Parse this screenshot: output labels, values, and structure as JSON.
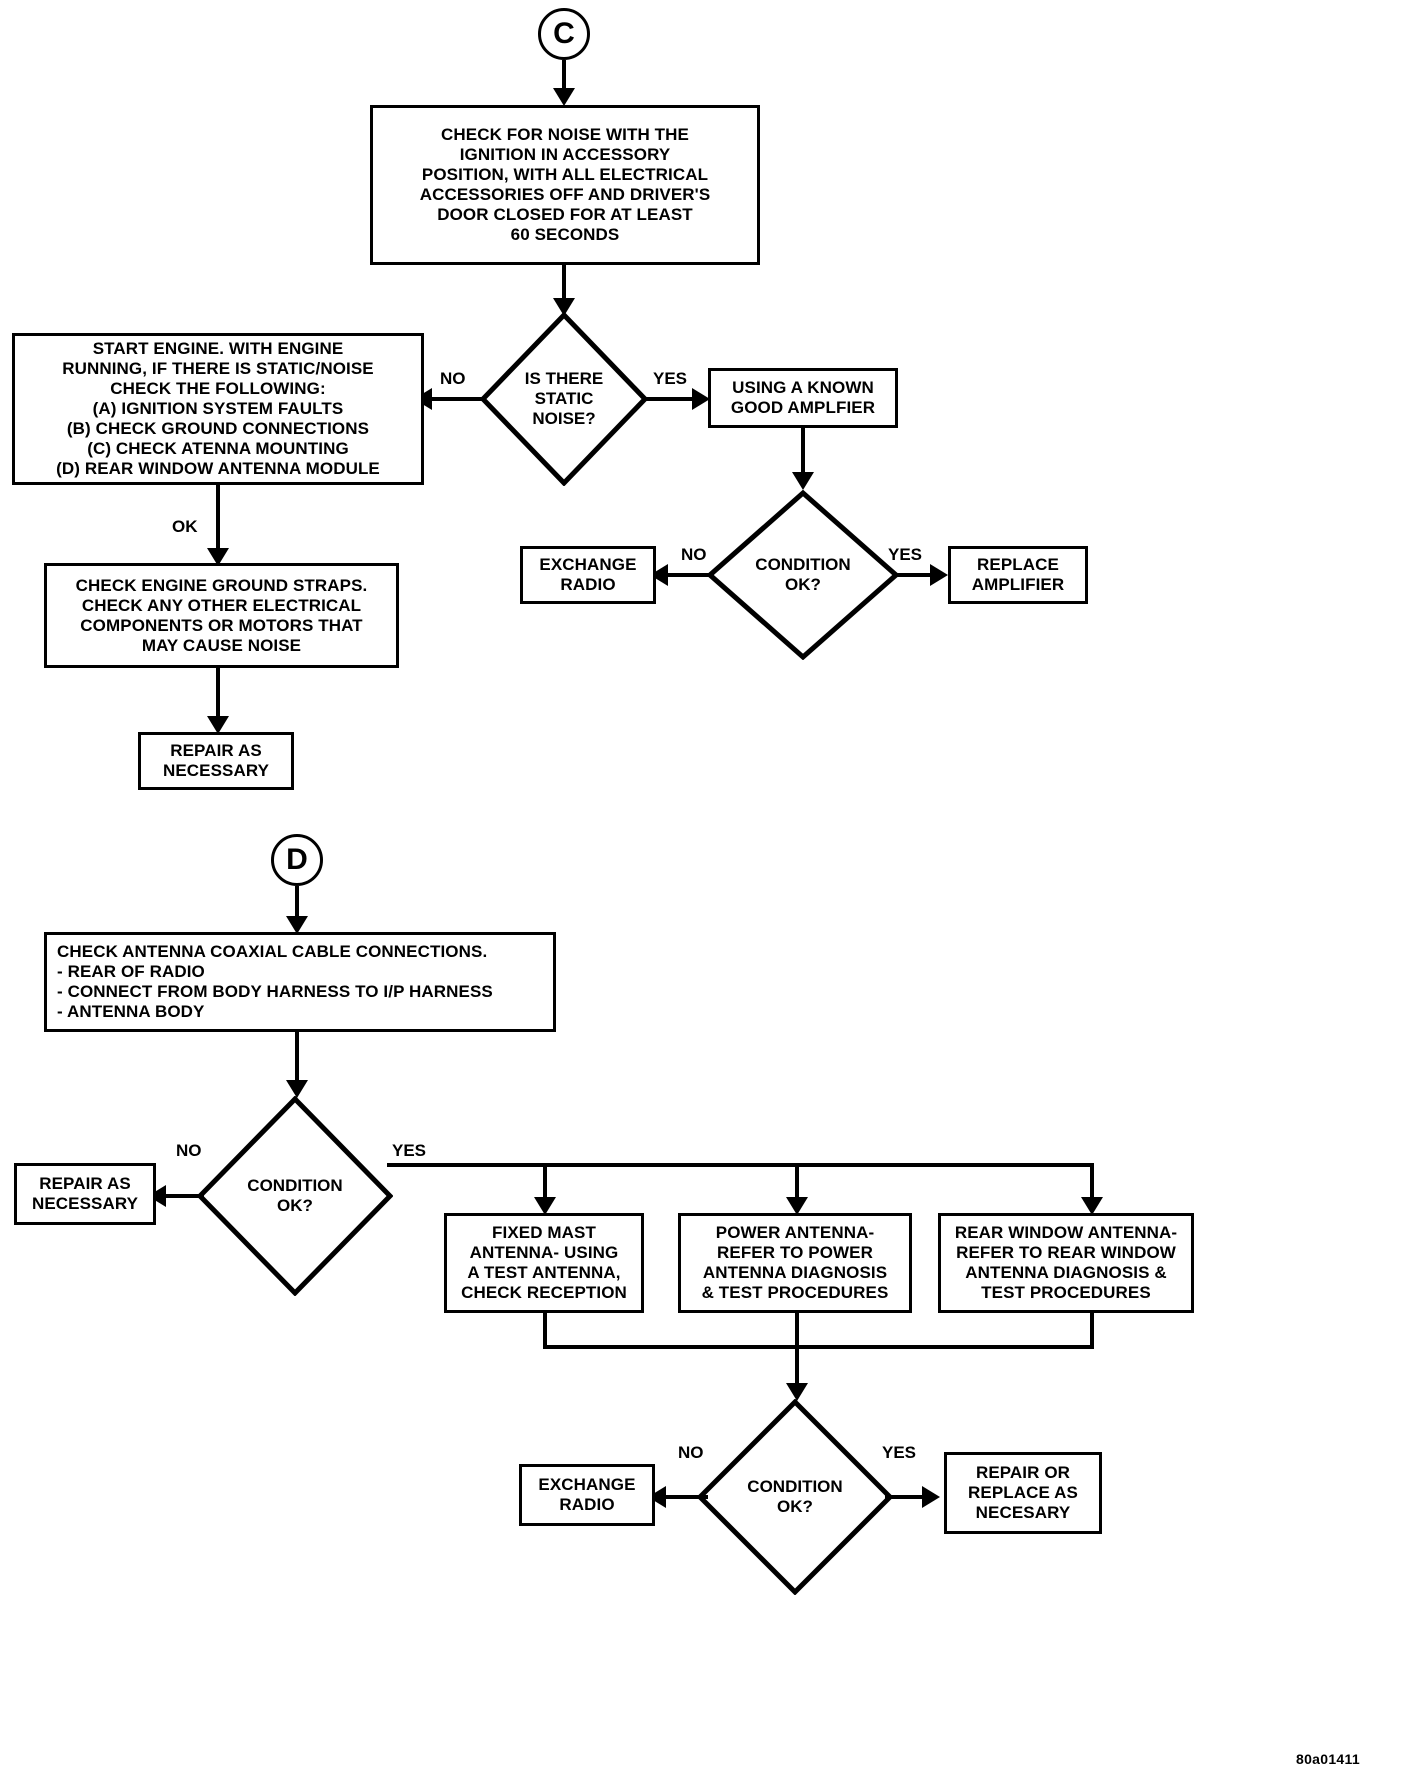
{
  "figure": {
    "code": "80a01411"
  },
  "sections": [
    {
      "id": "section-c",
      "connector_label": "C",
      "nodes": {
        "check_noise": "CHECK FOR NOISE WITH THE\nIGNITION IN ACCESSORY\nPOSITION, WITH ALL ELECTRICAL\nACCESSORIES OFF AND DRIVER'S\nDOOR CLOSED FOR AT LEAST\n60 SECONDS",
        "is_static_noise": "IS THERE\nSTATIC\nNOISE?",
        "start_engine": "START ENGINE.  WITH ENGINE\nRUNNING, IF THERE IS STATIC/NOISE\nCHECK THE FOLLOWING:\n(A) IGNITION SYSTEM FAULTS\n(B) CHECK GROUND CONNECTIONS\n(C) CHECK ATENNA MOUNTING\n(D) REAR WINDOW ANTENNA MODULE",
        "check_ground_straps": "CHECK ENGINE GROUND STRAPS.\nCHECK ANY OTHER ELECTRICAL\nCOMPONENTS OR MOTORS THAT\nMAY CAUSE NOISE",
        "repair_as_necessary": "REPAIR AS\nNECESSARY",
        "known_good_amplifier": "USING A KNOWN\nGOOD AMPLFIER",
        "condition_ok": "CONDITION\nOK?",
        "exchange_radio": "EXCHANGE\nRADIO",
        "replace_amplifier": "REPLACE\nAMPLIFIER"
      },
      "edges": {
        "no_static": "NO",
        "yes_static": "YES",
        "ok": "OK",
        "no_condition": "NO",
        "yes_condition": "YES"
      }
    },
    {
      "id": "section-d",
      "connector_label": "D",
      "nodes": {
        "check_coax": "CHECK ANTENNA COAXIAL CABLE CONNECTIONS.\n- REAR OF RADIO\n- CONNECT FROM BODY HARNESS TO I/P HARNESS\n- ANTENNA BODY",
        "condition_ok_1": "CONDITION\nOK?",
        "repair_as_necessary": "REPAIR AS\nNECESSARY",
        "fixed_mast": "FIXED MAST\nANTENNA- USING\nA TEST ANTENNA,\nCHECK RECEPTION",
        "power_antenna": "POWER ANTENNA-\nREFER TO POWER\nANTENNA DIAGNOSIS\n& TEST PROCEDURES",
        "rear_window_antenna": "REAR WINDOW ANTENNA-\nREFER TO REAR WINDOW\nANTENNA DIAGNOSIS &\nTEST PROCEDURES",
        "condition_ok_2": "CONDITION\nOK?",
        "exchange_radio": "EXCHANGE\nRADIO",
        "repair_or_replace": "REPAIR OR\nREPLACE AS\nNECESARY"
      },
      "edges": {
        "no_condition_1": "NO",
        "yes_condition_1": "YES",
        "no_condition_2": "NO",
        "yes_condition_2": "YES"
      }
    }
  ]
}
